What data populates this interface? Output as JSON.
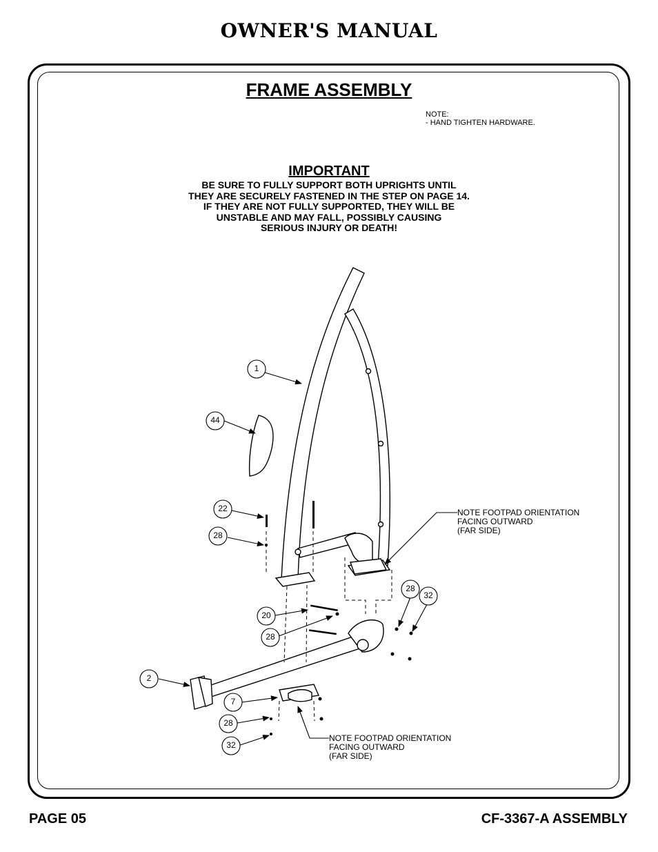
{
  "header": {
    "title": "OWNER'S MANUAL"
  },
  "section": {
    "title": "FRAME ASSEMBLY"
  },
  "note": {
    "label": "NOTE:",
    "item": "-  HAND TIGHTEN HARDWARE."
  },
  "important": {
    "heading": "IMPORTANT",
    "lines": [
      "BE SURE TO FULLY SUPPORT BOTH UPRIGHTS UNTIL",
      "THEY ARE SECURELY FASTENED IN THE STEP ON PAGE 14.",
      "IF THEY ARE NOT FULLY SUPPORTED, THEY WILL BE",
      "UNSTABLE AND MAY FALL, POSSIBLY CAUSING",
      "SERIOUS INJURY OR DEATH!"
    ]
  },
  "diagram": {
    "part_labels": [
      "1",
      "44",
      "22",
      "28",
      "20",
      "28",
      "2",
      "7",
      "28",
      "32",
      "28",
      "32"
    ],
    "callout_top": [
      "NOTE FOOTPAD ORIENTATION",
      "FACING OUTWARD",
      "(FAR SIDE)"
    ],
    "callout_bottom": [
      "NOTE FOOTPAD ORIENTATION",
      "FACING OUTWARD",
      "(FAR SIDE)"
    ]
  },
  "footer": {
    "page": "PAGE 05",
    "model": "CF-3367-A ASSEMBLY"
  }
}
